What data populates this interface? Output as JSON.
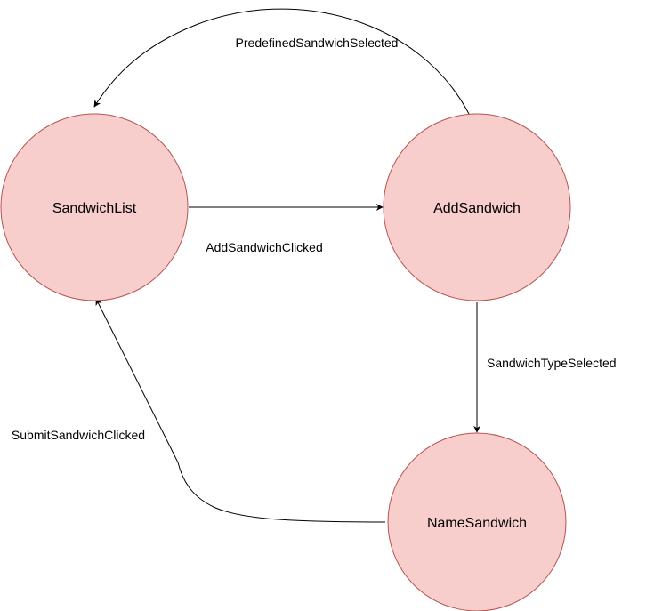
{
  "nodes": {
    "sandwich_list": "SandwichList",
    "add_sandwich": "AddSandwich",
    "name_sandwich": "NameSandwich"
  },
  "edges": {
    "predefined_sandwich_selected": "PredefinedSandwichSelected",
    "add_sandwich_clicked": "AddSandwichClicked",
    "sandwich_type_selected": "SandwichTypeSelected",
    "submit_sandwich_clicked": "SubmitSandwichClicked"
  },
  "colors": {
    "node_fill": "#f8cecc",
    "node_stroke": "#b85450",
    "edge": "#000000"
  }
}
